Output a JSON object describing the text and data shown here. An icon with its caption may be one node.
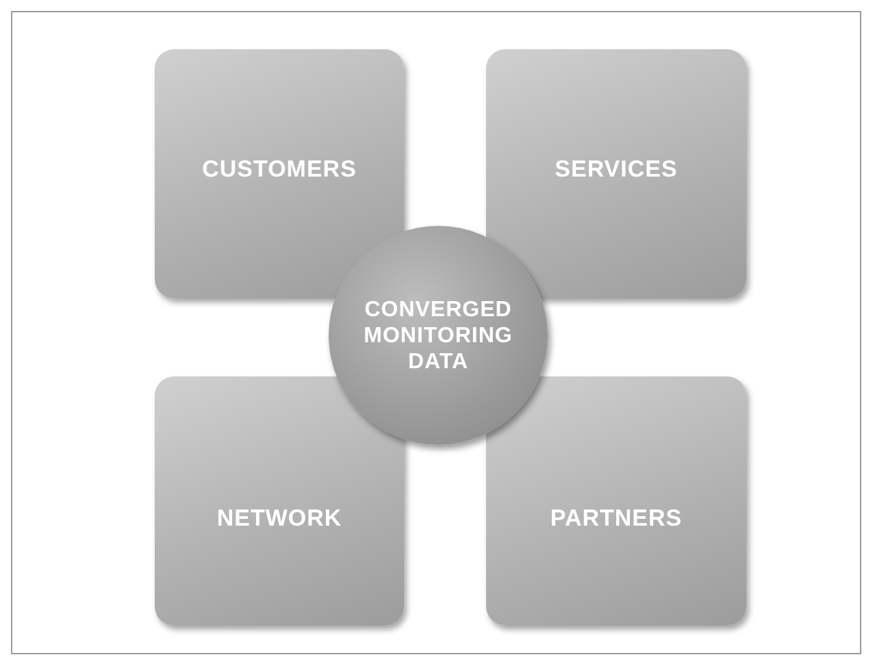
{
  "diagram": {
    "nodes": [
      {
        "text": [
          "CUSTOMERS"
        ]
      },
      {
        "text": [
          "SERVICES"
        ]
      },
      {
        "text": [
          "CONVERGED MONITORING DATA"
        ]
      },
      {
        "text": [
          "NETWORK"
        ]
      },
      {
        "text": [
          "PARTNERS"
        ]
      }
    ]
  }
}
